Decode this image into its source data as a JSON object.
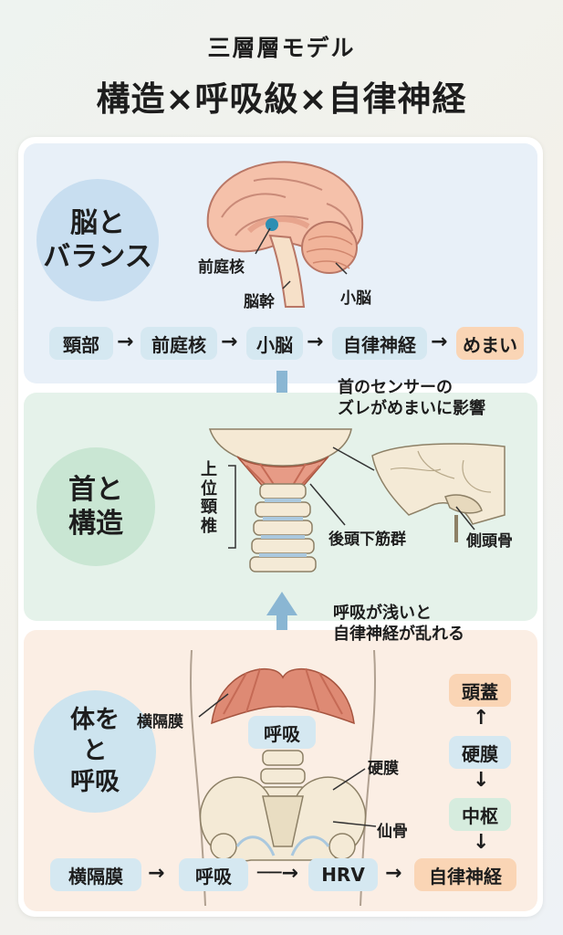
{
  "header": {
    "subtitle": "三層層モデル",
    "title": "構造×呼吸級×自律神経"
  },
  "brain_section": {
    "circle_label": "脳と\nバランス",
    "labels": {
      "vestibular_nucleus": "前庭核",
      "brainstem": "脳幹",
      "cerebellum": "小脳"
    },
    "flow": [
      "頸部",
      "前庭核",
      "小脳",
      "自律神経",
      "めまい"
    ]
  },
  "neck_section": {
    "circle_label": "首と\n構造",
    "note": "首のセンサーの\nズレがめまいに影響",
    "vertical_label": "上位頸椎",
    "labels": {
      "suboccipital": "後頭下筋群",
      "temporal_bone": "側頭骨"
    }
  },
  "body_section": {
    "circle_label": "体を\nと\n呼吸",
    "note": "呼吸が浅いと\n自律神経が乱れる",
    "labels": {
      "diaphragm": "横隔膜",
      "breathing": "呼吸",
      "dura": "硬膜",
      "sacrum": "仙骨"
    },
    "vertical_flow": [
      "頭蓋",
      "硬膜",
      "中枢"
    ],
    "flow": [
      "横隔膜",
      "呼吸",
      "HRV",
      "自律神経"
    ]
  },
  "colors": {
    "blue_panel": "#e8f0f8",
    "green_panel": "#e5f2ea",
    "orange_panel": "#fbeee4",
    "blue_pill": "#d5e8f1",
    "green_pill": "#d6ecde",
    "orange_pill": "#fad5b5",
    "arrow_blue": "#8ab6d3"
  }
}
